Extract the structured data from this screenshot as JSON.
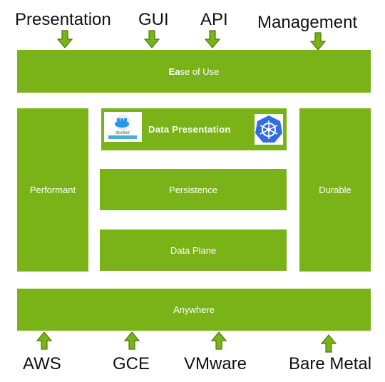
{
  "top_labels": {
    "presentation": "Presentation",
    "gui": "GUI",
    "api": "API",
    "management": "Management"
  },
  "bottom_labels": {
    "aws": "AWS",
    "gce": "GCE",
    "vmware": "VMware",
    "bare_metal": "Bare Metal"
  },
  "layers": {
    "ease_of_use_bold": "Ea",
    "ease_of_use_rest": "se of Use",
    "performant": "Performant",
    "durable": "Durable",
    "data_presentation": "Data  Presentation",
    "persistence": "Persistence",
    "data_plane": "Data Plane",
    "anywhere": "Anywhere"
  },
  "logos": {
    "docker_logo_text": "docker",
    "kubernetes_logo": "kubernetes-icon"
  },
  "colors": {
    "layer_green": "#7ab317",
    "arrow_green": "#7ab317",
    "arrow_outline": "#4a7a0a",
    "kubernetes_blue": "#326ce5",
    "docker_blue": "#2496ed"
  }
}
